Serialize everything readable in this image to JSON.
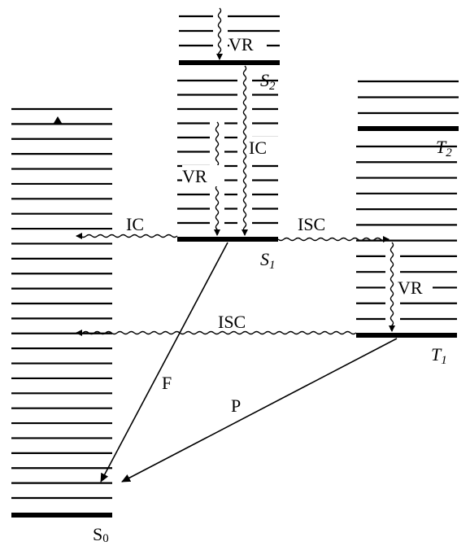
{
  "states": {
    "s0": {
      "name": "S",
      "sub": "0"
    },
    "s1": {
      "name": "S",
      "sub": "1"
    },
    "s2": {
      "name": "S",
      "sub": "2"
    },
    "t1": {
      "name": "T",
      "sub": "1"
    },
    "t2": {
      "name": "T",
      "sub": "2"
    }
  },
  "processes": {
    "vr": "VR",
    "ic": "IC",
    "isc": "ISC",
    "fluorescence": "F",
    "phosphorescence": "P"
  }
}
